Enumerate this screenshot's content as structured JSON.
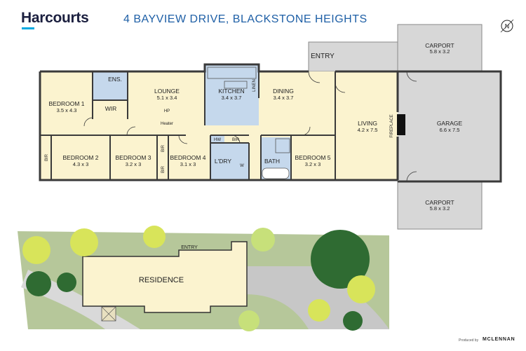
{
  "brand": {
    "logo_text": "Harcourts",
    "accent": "#00a9e0",
    "navy": "#1b1f3f"
  },
  "address": "4 BAYVIEW DRIVE, BLACKSTONE HEIGHTS",
  "compass": {
    "label": "N",
    "icon": "north-compass-icon"
  },
  "colors": {
    "room": "#fbf3cf",
    "wet": "#c5d8ec",
    "exterior": "#d7d7d7",
    "wall": "#3a3a3a",
    "grass": "#b6c79a",
    "path": "#c7c7c7"
  },
  "rooms": {
    "bedroom1": {
      "name": "BEDROOM 1",
      "dims": "3.5 x 4.3"
    },
    "ensuite": {
      "name": "ENS."
    },
    "wir": {
      "name": "WIR"
    },
    "lounge": {
      "name": "LOUNGE",
      "dims": "5.1 x 3.4"
    },
    "kitchen": {
      "name": "KITCHEN",
      "dims": "3.4 x 3.7"
    },
    "dining": {
      "name": "DINING",
      "dims": "3.4 x 3.7"
    },
    "living": {
      "name": "LIVING",
      "dims": "4.2 x 7.5"
    },
    "garage": {
      "name": "GARAGE",
      "dims": "6.6 x 7.5"
    },
    "carport_top": {
      "name": "CARPORT",
      "dims": "5.8 x 3.2"
    },
    "carport_bottom": {
      "name": "CARPORT",
      "dims": "5.8 x 3.2"
    },
    "entry": {
      "name": "ENTRY"
    },
    "bedroom2": {
      "name": "BEDROOM 2",
      "dims": "4.3 x 3"
    },
    "bedroom3": {
      "name": "BEDROOM 3",
      "dims": "3.2 x 3"
    },
    "bedroom4": {
      "name": "BEDROOM 4",
      "dims": "3.1 x 3"
    },
    "bedroom5": {
      "name": "BEDROOM 5",
      "dims": "3.2 x 3"
    },
    "laundry": {
      "name": "L'DRY"
    },
    "bath": {
      "name": "BATH"
    }
  },
  "fixtures": {
    "bir": "BIR",
    "hw": "HW",
    "heater": "Heater",
    "hp": "HP",
    "fireplace": "FIREPLACE",
    "linen": "LINEN",
    "wm": "W"
  },
  "site": {
    "residence": "RESIDENCE",
    "entry": "ENTRY"
  },
  "credit": {
    "produced_by": "Produced by",
    "company": "MCLENNAN"
  }
}
